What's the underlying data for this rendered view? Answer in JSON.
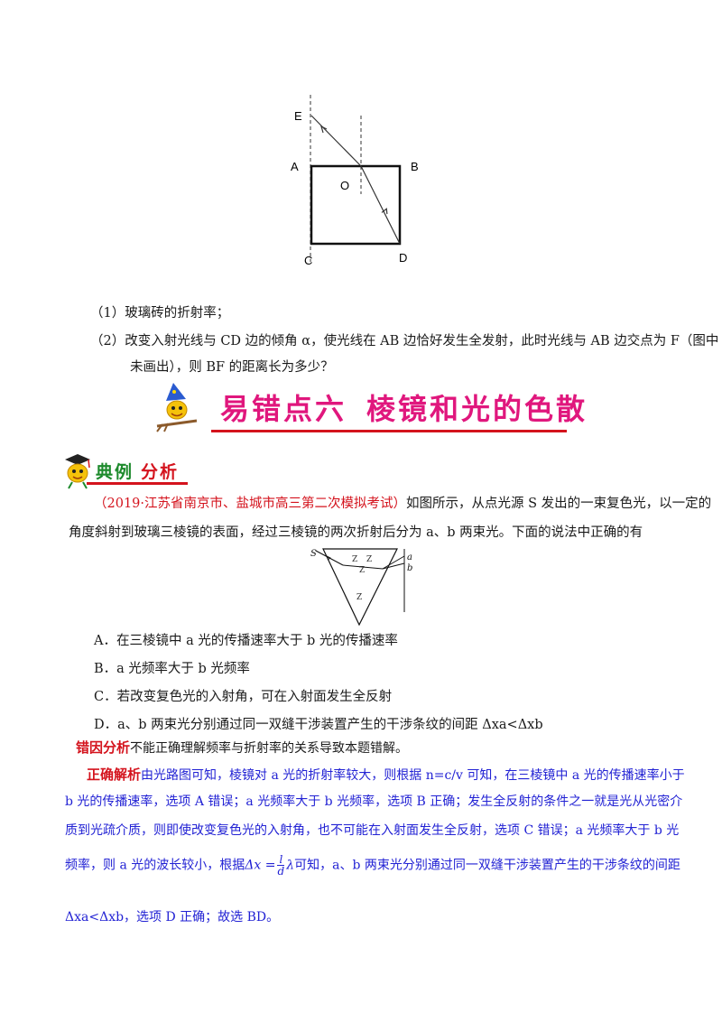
{
  "figure1": {
    "labels": {
      "E": "E",
      "A": "A",
      "B": "B",
      "O": "O",
      "C": "C",
      "D": "D"
    }
  },
  "questions": {
    "q1": "（1）玻璃砖的折射率；",
    "q2_line1": "（2）改变入射光线与 CD 边的倾角 α，使光线在 AB 边恰好发生全发射，此时光线与 AB 边交点为 F（图中",
    "q2_line2": "未画出），则 BF 的距离长为多少？"
  },
  "banner": {
    "title_part1": "易错点六",
    "title_part2": "棱镜和光的色散",
    "mascot_icon": "wizard-hat-mascot-icon",
    "accent_color": "#e0177d",
    "bar_color": "#d4131d"
  },
  "section_header": {
    "part1": "典例",
    "part2": "分析",
    "mascot_icon": "graduate-cap-mascot-icon",
    "color_a": "#1d8a2c",
    "color_b": "#d4131d"
  },
  "problem": {
    "source": "（2019·江苏省南京市、盐城市高三第二次模拟考试）",
    "text_line1": "如图所示，从点光源 S 发出的一束复色光，以一定的",
    "text_line2": "角度斜射到玻璃三棱镜的表面，经过三棱镜的两次折射后分为 a、b 两束光。下面的说法中正确的有"
  },
  "figure2": {
    "labels": {
      "S": "S",
      "a": "a",
      "b": "b"
    }
  },
  "options": {
    "A": "A．在三棱镜中 a 光的传播速率大于 b 光的传播速率",
    "B": "B．a 光频率大于 b 光频率",
    "C": "C．若改变复色光的入射角，可在入射面发生全反射",
    "D": "D．a、b 两束光分别通过同一双缝干涉装置产生的干涉条纹的间距 Δxa<Δxb"
  },
  "error_analysis": {
    "tag": "错因分析",
    "text": "不能正确理解频率与折射率的关系导致本题错解。"
  },
  "correct_analysis": {
    "tag": "正确解析",
    "line1": "由光路图可知，棱镜对 a 光的折射率较大，则根据 n=c/v 可知，在三棱镜中 a 光的传播速率小于",
    "line2": "b 光的传播速率，选项 A 错误；a 光频率大于 b 光频率，选项 B 正确；发生全反射的条件之一就是光从光密介",
    "line3": "质到光疏介质，则即使改变复色光的入射角，也不可能在入射面发生全反射，选项 C 错误；a 光频率大于 b 光",
    "line4_pre": "频率，则 a 光的波长较小，根据",
    "formula_lhs": "Δx =",
    "formula_num": "l",
    "formula_den": "d",
    "formula_rhs": "λ",
    "line4_post": "可知，a、b 两束光分别通过同一双缝干涉装置产生的干涉条纹的间距",
    "line5": "Δxa<Δxb，选项 D 正确；故选 BD。"
  }
}
